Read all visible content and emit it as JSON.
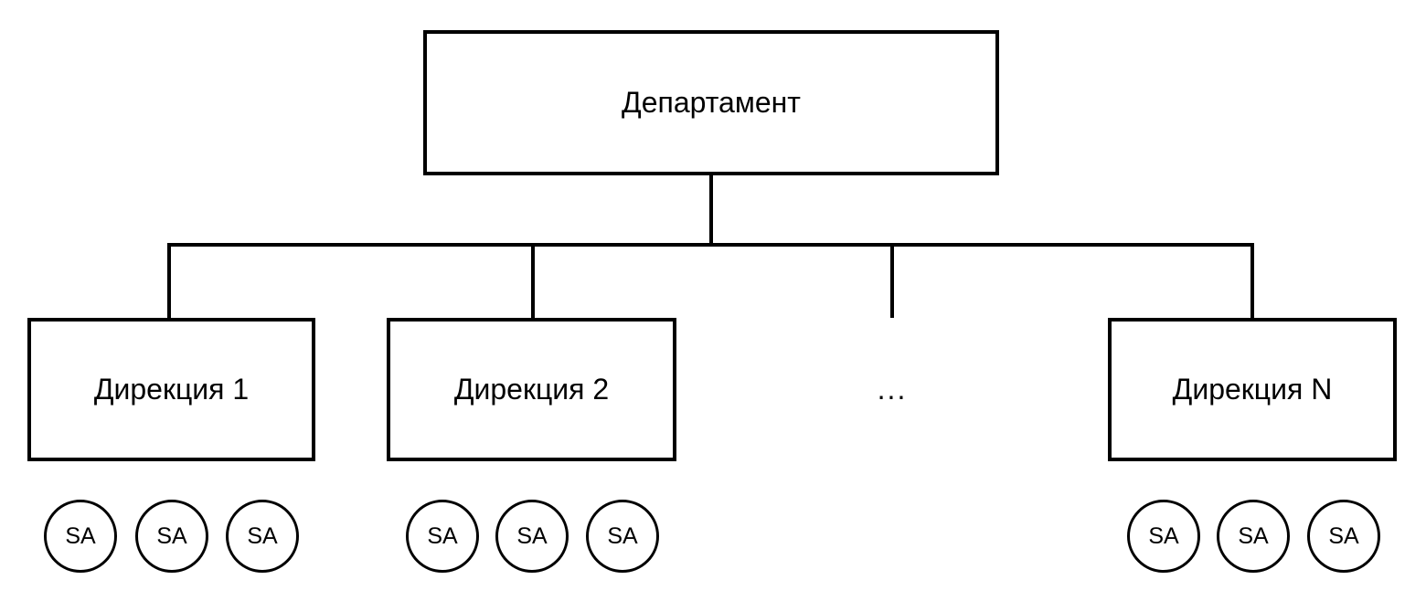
{
  "colors": {
    "line": "#000000",
    "text": "#000000",
    "background": "#ffffff"
  },
  "root": {
    "label": "Департамент"
  },
  "branches": [
    {
      "label": "Дирекция 1",
      "sa": [
        "SA",
        "SA",
        "SA"
      ]
    },
    {
      "label": "Дирекция 2",
      "sa": [
        "SA",
        "SA",
        "SA"
      ]
    },
    {
      "label": "Дирекция N",
      "sa": [
        "SA",
        "SA",
        "SA"
      ]
    }
  ],
  "ellipsis": "..."
}
